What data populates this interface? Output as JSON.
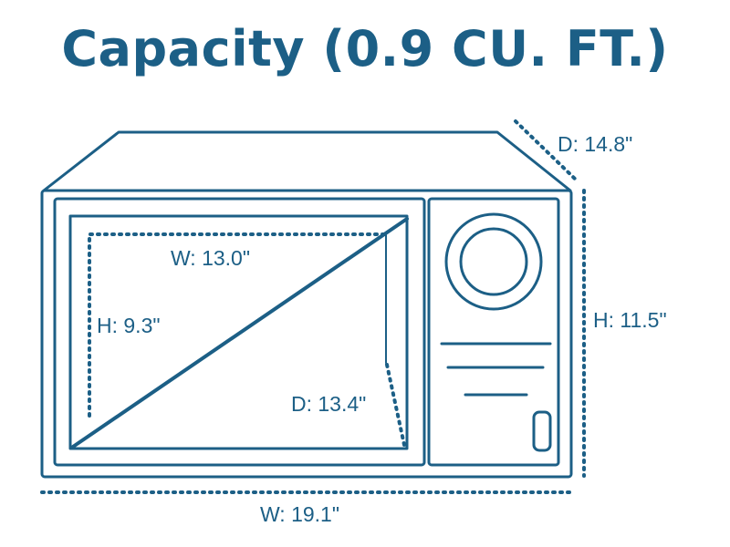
{
  "title": "Capacity (0.9 CU. FT.)",
  "colors": {
    "primary": "#1c5f86",
    "background": "#ffffff"
  },
  "exterior": {
    "depth": "D: 14.8\"",
    "height": "H: 11.5\"",
    "width": "W: 19.1\""
  },
  "interior": {
    "width": "W: 13.0\"",
    "height": "H: 9.3\"",
    "depth": "D: 13.4\""
  }
}
